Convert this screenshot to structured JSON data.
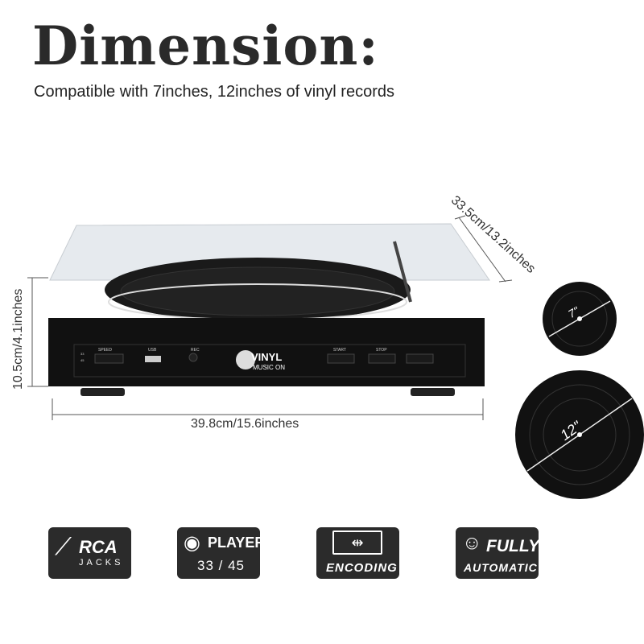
{
  "header": {
    "title": "Dimension:",
    "subtitle": "Compatible with 7inches, 12inches of vinyl records"
  },
  "dimensions": {
    "depth": "33.5cm/13.2inches",
    "height": "10.5cm/4.1inches",
    "width": "39.8cm/15.6inches"
  },
  "turntable": {
    "controls": {
      "speed": "SPEED",
      "speed_33": "33",
      "speed_45": "45",
      "usb": "USB",
      "rec": "REC",
      "start": "START",
      "stop": "STOP"
    },
    "logo": {
      "brand": "VINYL",
      "tagline": "MUSIC ON"
    }
  },
  "records": [
    {
      "size": "7\""
    },
    {
      "size": "12\""
    }
  ],
  "features": [
    {
      "line1": "RCA",
      "line2": "JACKS",
      "icon": "rca-plug-icon"
    },
    {
      "line1": "PLAYER",
      "line2": "33 / 45",
      "icon": "turntable-icon"
    },
    {
      "line1": "",
      "line2": "ENCODING",
      "icon": "usb-icon"
    },
    {
      "line1": "FULLY",
      "line2": "AUTOMATIC",
      "icon": "robot-icon"
    }
  ],
  "colors": {
    "badge": "#2b2b2b",
    "body": "#111111"
  }
}
